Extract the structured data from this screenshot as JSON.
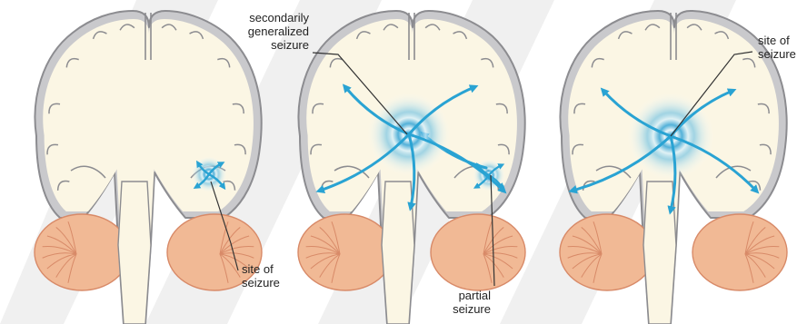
{
  "labels": {
    "panel1_site": "site of\nseizure",
    "panel2_secondary": "secondarily\ngeneralized\nseizure",
    "panel2_partial": "partial\nseizure",
    "panel3_site": "site of\nseizure"
  },
  "colors": {
    "background": "#ffffff",
    "brain_fill": "#fbf6e4",
    "cortex_band": "#c9c9cc",
    "outline": "#8c8c90",
    "cerebellum": "#f1b995",
    "cerebellum_lines": "#d88a68",
    "arrow": "#29a3d3",
    "leader": "#333333",
    "watermark": "#f0f0f0"
  }
}
